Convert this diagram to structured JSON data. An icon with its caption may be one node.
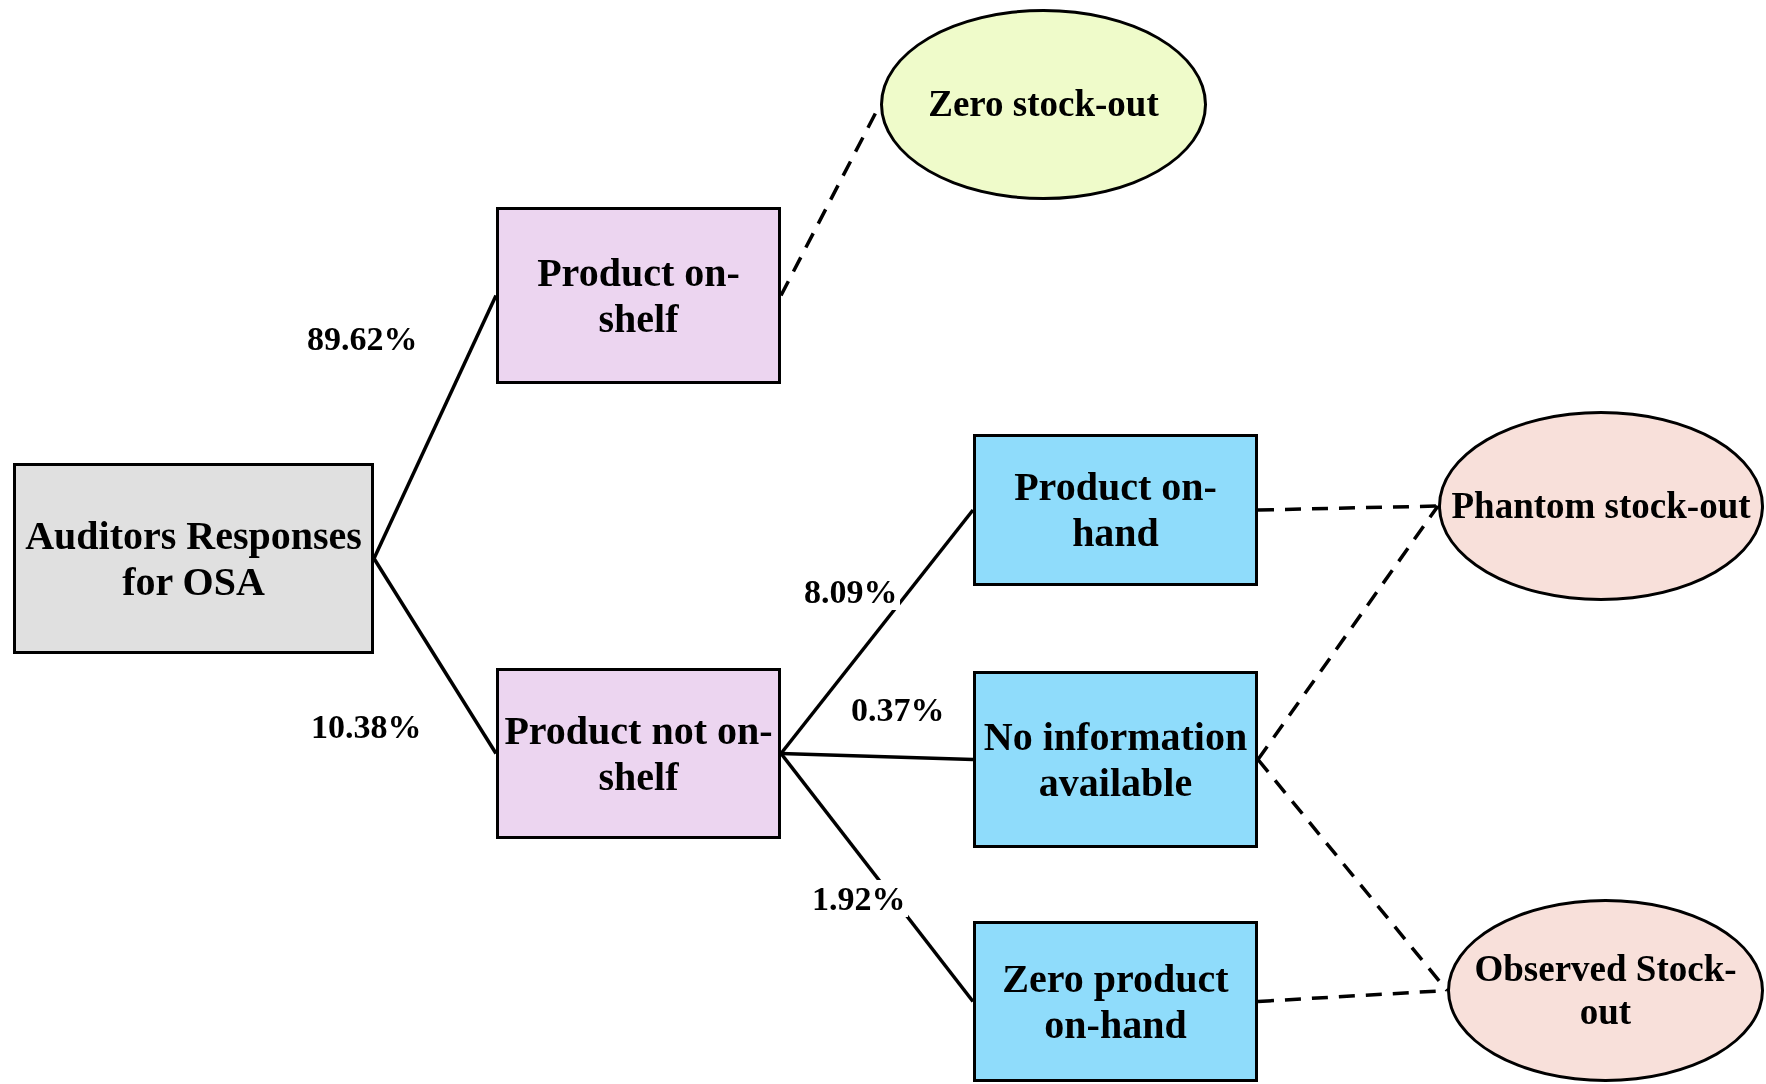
{
  "diagram": {
    "nodes": [
      {
        "text": [
          "Auditors Responses for OSA"
        ]
      },
      {
        "text": [
          "Product on-shelf"
        ]
      },
      {
        "text": [
          "Product not on-shelf"
        ]
      },
      {
        "text": [
          "Product on-hand"
        ]
      },
      {
        "text": [
          "No information available"
        ]
      },
      {
        "text": [
          "Zero product on-hand"
        ]
      },
      {
        "text": [
          "Zero stock-out"
        ]
      },
      {
        "text": [
          "Phantom stock-out"
        ]
      },
      {
        "text": [
          "Observed Stock-out"
        ]
      }
    ],
    "edges": [
      {
        "from": 0,
        "to": 1,
        "arrow": "none",
        "label": "89.62%"
      },
      {
        "from": 0,
        "to": 2,
        "arrow": "none",
        "label": "10.38%"
      },
      {
        "from": 2,
        "to": 3,
        "arrow": "none",
        "label": "8.09%"
      },
      {
        "from": 2,
        "to": 4,
        "arrow": "none",
        "label": "0.37%"
      },
      {
        "from": 2,
        "to": 5,
        "arrow": "none",
        "label": "1.92%"
      },
      {
        "from": 1,
        "to": 6,
        "arrow": "none",
        "style": "dashed"
      },
      {
        "from": 3,
        "to": 7,
        "arrow": "none",
        "style": "dashed"
      },
      {
        "from": 4,
        "to": 7,
        "arrow": "none",
        "style": "dashed"
      },
      {
        "from": 4,
        "to": 8,
        "arrow": "none",
        "style": "dashed"
      },
      {
        "from": 5,
        "to": 8,
        "arrow": "none",
        "style": "dashed"
      }
    ]
  }
}
